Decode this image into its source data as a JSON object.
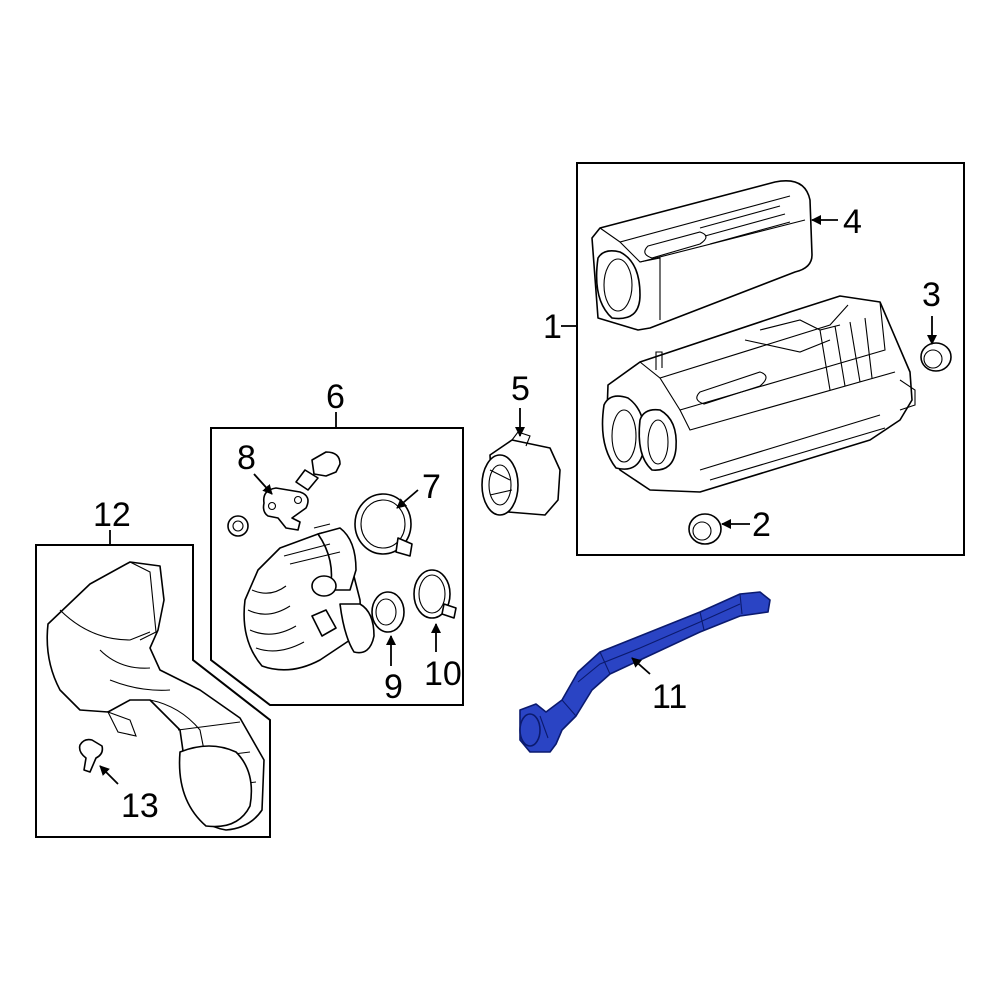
{
  "callouts": {
    "c1": "1",
    "c2": "2",
    "c3": "3",
    "c4": "4",
    "c5": "5",
    "c6": "6",
    "c7": "7",
    "c8": "8",
    "c9": "9",
    "c10": "10",
    "c11": "11",
    "c12": "12",
    "c13": "13"
  },
  "colors": {
    "highlight": "#2a44c4",
    "line": "#000000",
    "background": "#ffffff"
  }
}
